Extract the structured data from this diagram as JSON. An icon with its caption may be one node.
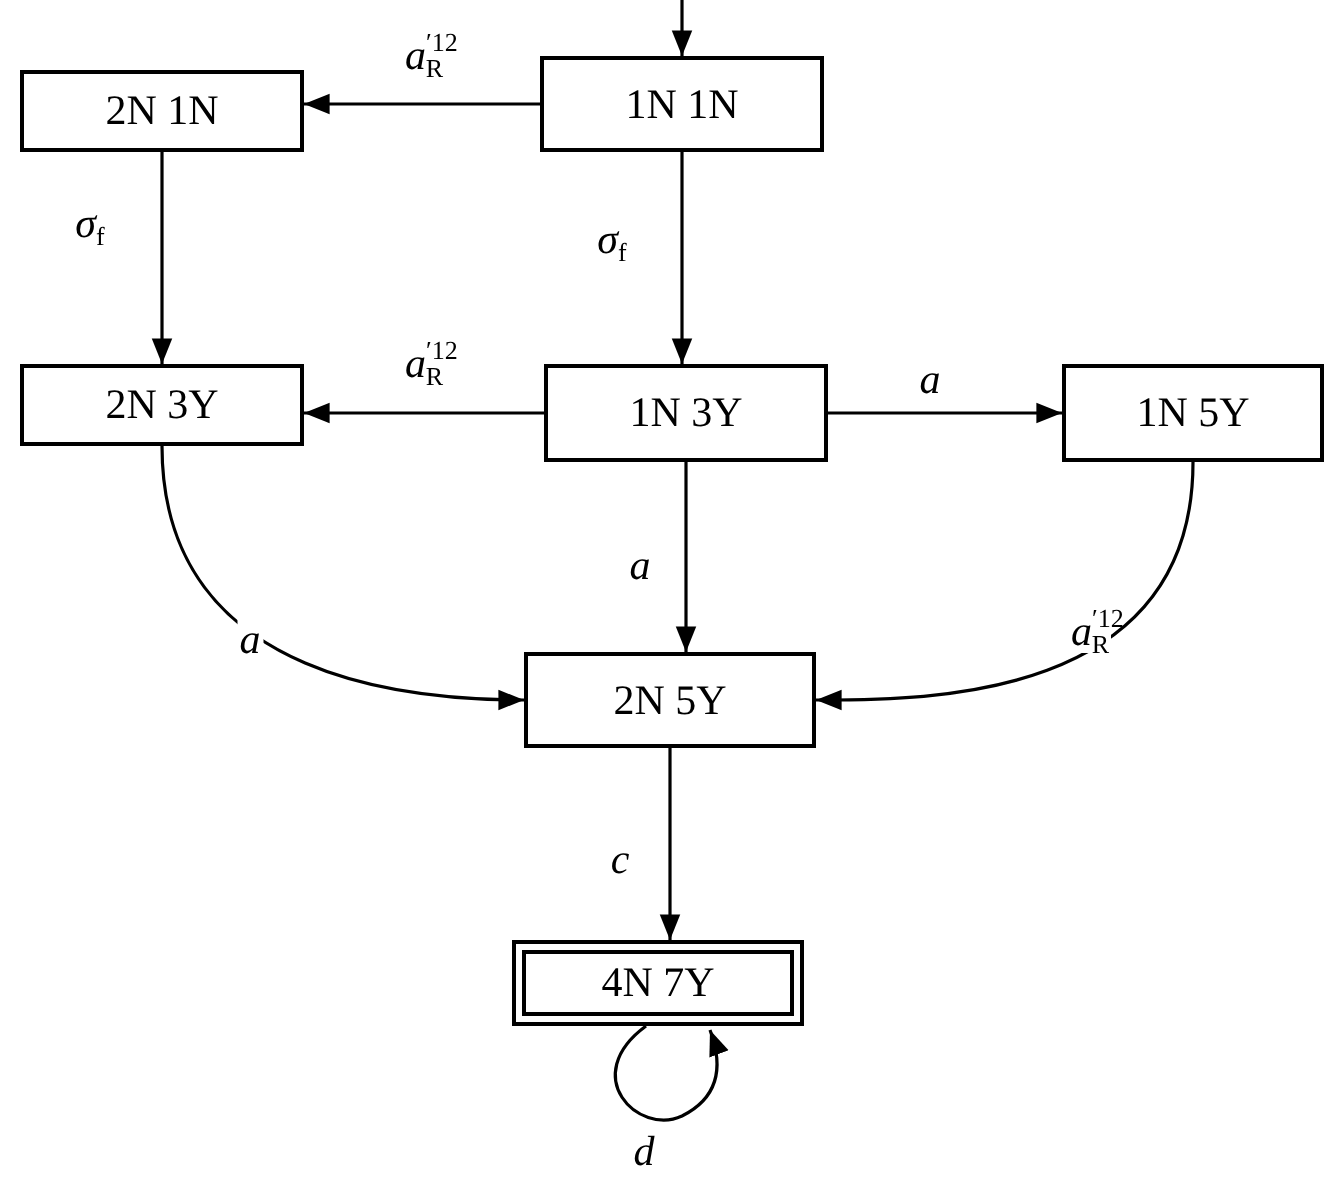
{
  "diagram": {
    "nodes": [
      {
        "text": [
          "1N 1N"
        ]
      },
      {
        "text": [
          "2N 1N"
        ]
      },
      {
        "text": [
          "2N 3Y"
        ]
      },
      {
        "text": [
          "1N 3Y"
        ]
      },
      {
        "text": [
          "1N 5Y"
        ]
      },
      {
        "text": [
          "2N 5Y"
        ]
      },
      {
        "text": [
          "4N 7Y"
        ]
      }
    ],
    "edges": [
      {
        "from": null,
        "to": 0,
        "arrow": "to"
      },
      {
        "from": 0,
        "to": 1,
        "arrow": "to",
        "label": "*a*$^{′12}$$_{R}$"
      },
      {
        "from": 1,
        "to": 2,
        "arrow": "to",
        "label": "*σ*$_{f}$"
      },
      {
        "from": 0,
        "to": 3,
        "arrow": "to",
        "label": "*σ*$_{f}$"
      },
      {
        "from": 3,
        "to": 2,
        "arrow": "to",
        "label": "*a*$^{′12}$$_{R}$"
      },
      {
        "from": 3,
        "to": 4,
        "arrow": "to",
        "label": "*a*"
      },
      {
        "from": 3,
        "to": 5,
        "arrow": "to",
        "label": "*a*"
      },
      {
        "from": 2,
        "to": 5,
        "arrow": "to",
        "label": "*a*"
      },
      {
        "from": 4,
        "to": 5,
        "arrow": "to",
        "label": "*a*$^{′12}$$_{R}$"
      },
      {
        "from": 5,
        "to": 6,
        "arrow": "to",
        "label": "*c*"
      },
      {
        "from": 6,
        "to": 6,
        "arrow": "to",
        "label": "*d*"
      }
    ]
  }
}
